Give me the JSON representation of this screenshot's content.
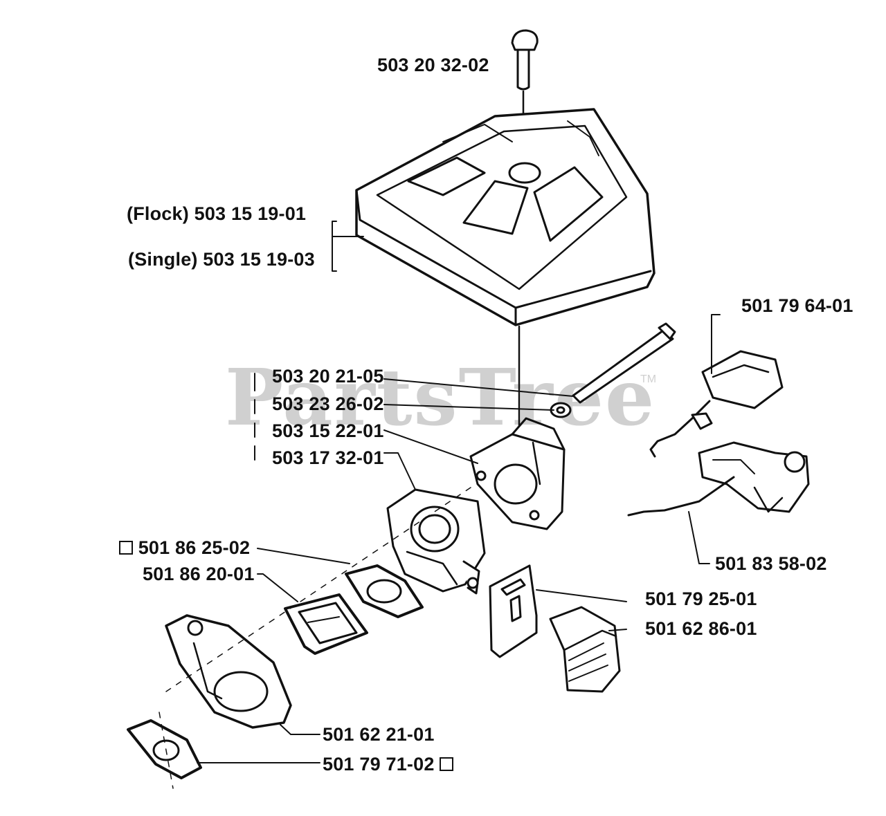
{
  "watermark": {
    "text": "PartsTree",
    "mark": "TM"
  },
  "parts": [
    {
      "id": "screw_top",
      "label": "503 20 32-02"
    },
    {
      "id": "cover_flock",
      "label": "(Flock) 503 15 19-01"
    },
    {
      "id": "cover_single",
      "label": "(Single) 503 15 19-03"
    },
    {
      "id": "throttle_block",
      "label": "501 79 64-01"
    },
    {
      "id": "long_screw",
      "label": "503 20 21-05"
    },
    {
      "id": "washer",
      "label": "503 23 26-02"
    },
    {
      "id": "intake_adapter",
      "label": "503 15 22-01"
    },
    {
      "id": "carburetor",
      "label": "503 17 32-01"
    },
    {
      "id": "gasket_a",
      "label": "501 86 25-02",
      "marker": "square-before"
    },
    {
      "id": "spacer",
      "label": "501 86 20-01"
    },
    {
      "id": "linkage",
      "label": "501 83 58-02"
    },
    {
      "id": "plate",
      "label": "501 79 25-01"
    },
    {
      "id": "filter",
      "label": "501 62 86-01"
    },
    {
      "id": "back_plate",
      "label": "501 62 21-01"
    },
    {
      "id": "gasket_b",
      "label": "501 79 71-02",
      "marker": "square-after"
    }
  ]
}
